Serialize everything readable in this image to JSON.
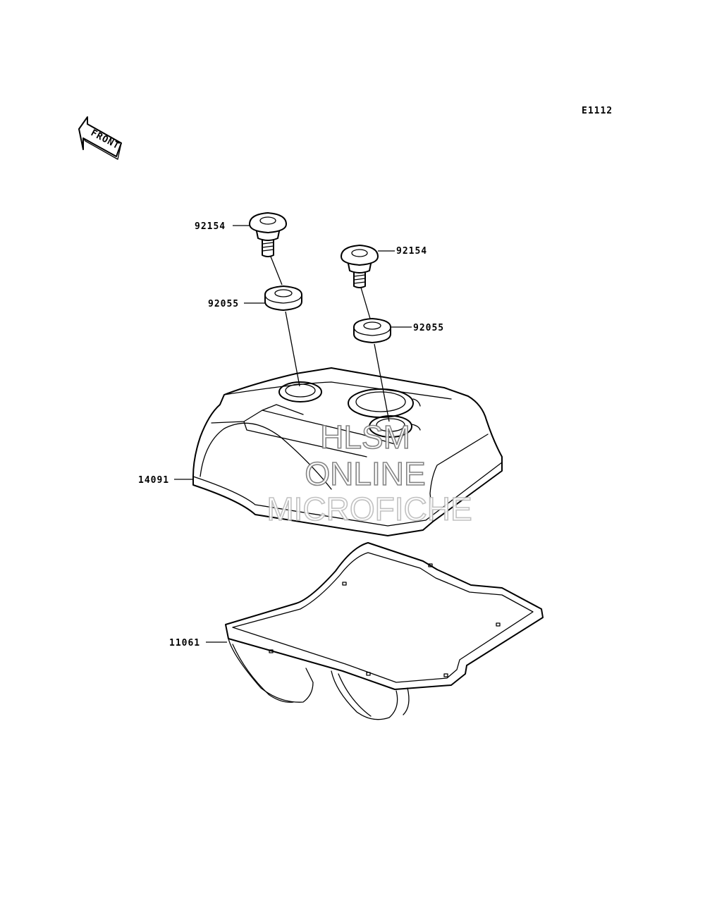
{
  "diagram_code": "E1112",
  "front_label": "FRONT",
  "watermark": {
    "line1": "HLSM",
    "line2": "ONLINE",
    "line3": "MICROFICHE"
  },
  "parts": {
    "bolt_left": "92154",
    "bolt_right": "92154",
    "washer_left": "92055",
    "washer_right": "92055",
    "cylinder_head_cover": "14091",
    "gasket": "11061"
  }
}
